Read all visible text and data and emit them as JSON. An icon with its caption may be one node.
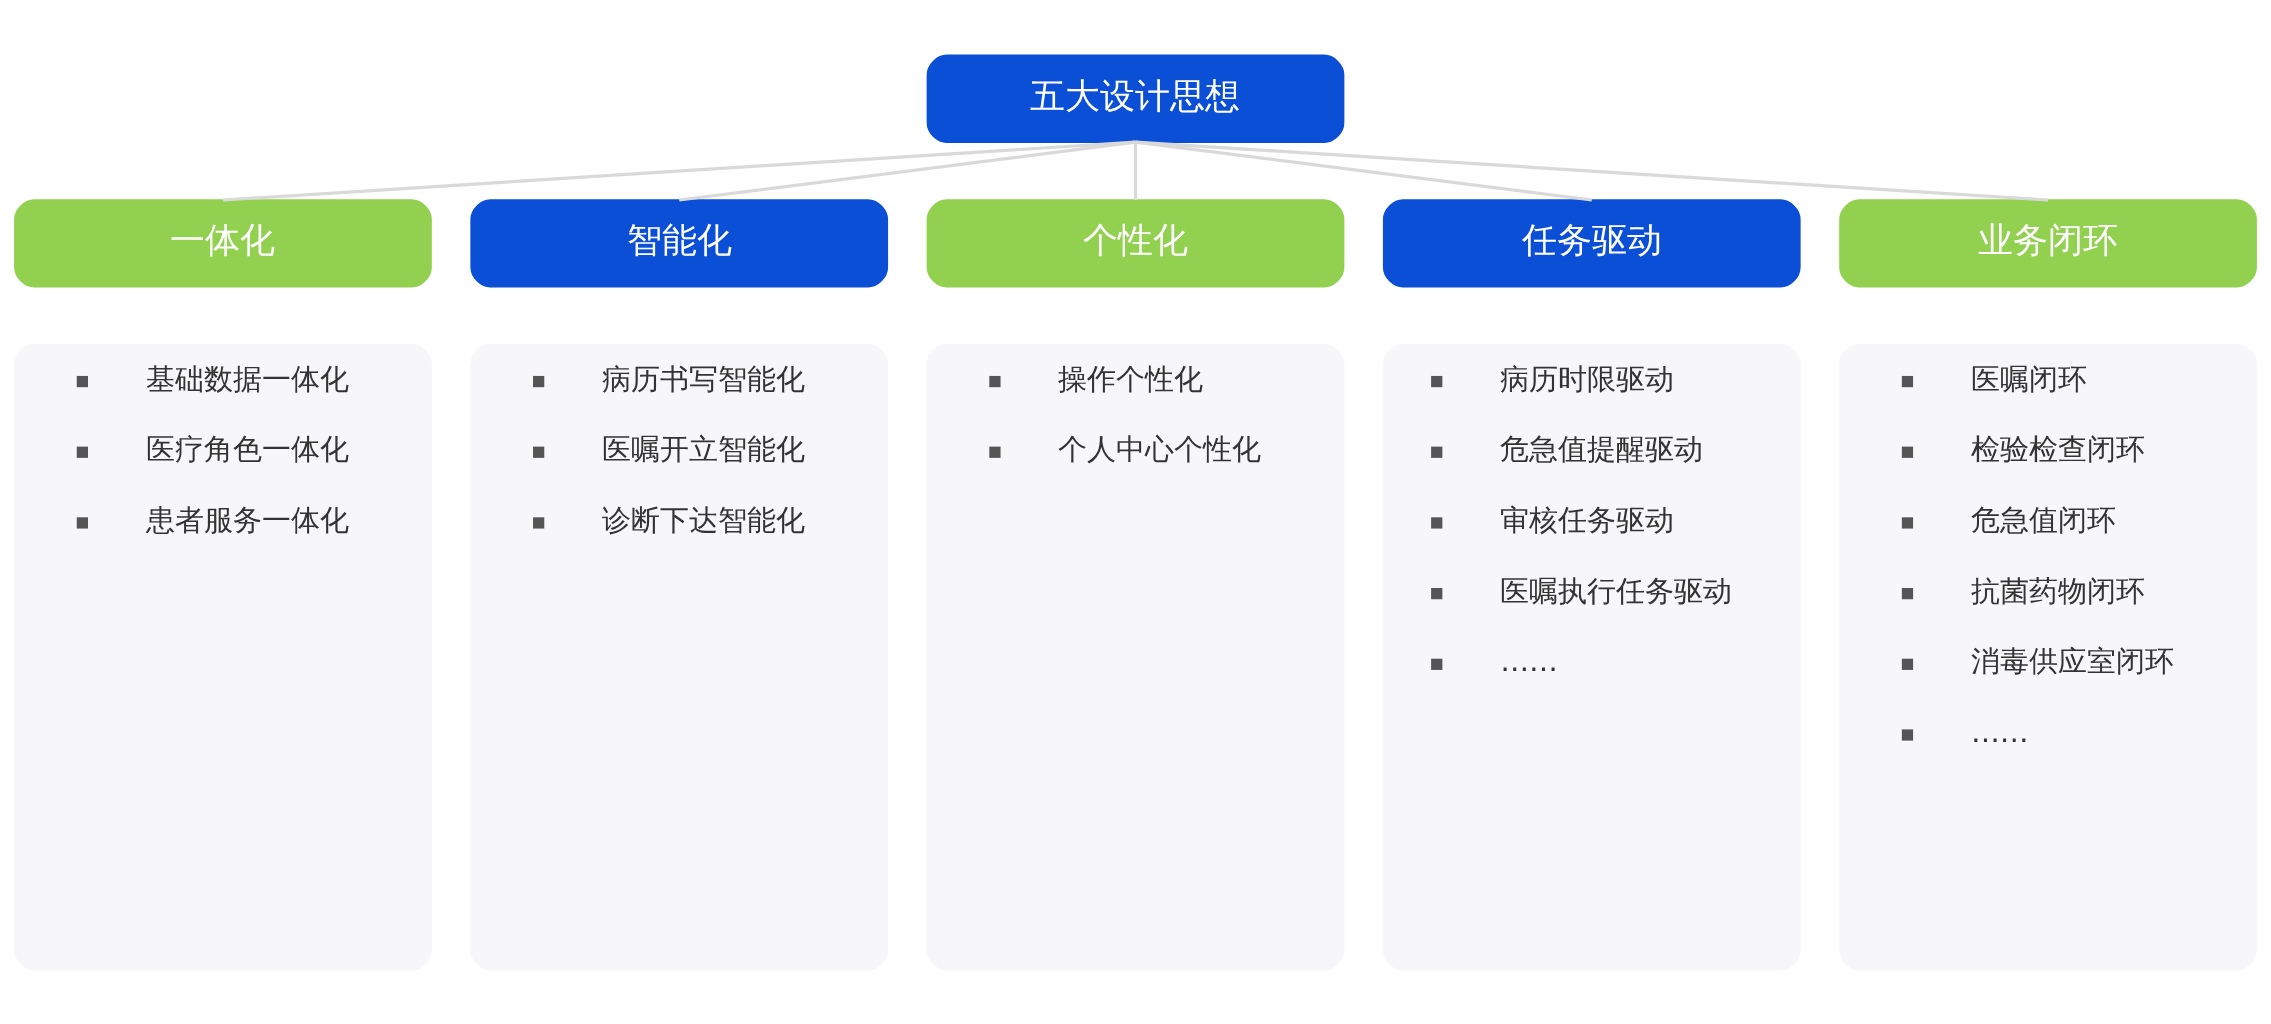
{
  "diagram": {
    "nodes": [
      {
        "text": [
          "五大设计思想"
        ]
      },
      {
        "text": [
          "一体化"
        ]
      },
      {
        "text": [
          "智能化"
        ]
      },
      {
        "text": [
          "个性化"
        ]
      },
      {
        "text": [
          "任务驱动"
        ]
      },
      {
        "text": [
          "业务闭环"
        ]
      },
      {
        "text": [
          "基础数据一体化",
          "医疗角色一体化",
          "患者服务一体化"
        ]
      },
      {
        "text": [
          "病历书写智能化",
          "医嘱开立智能化",
          "诊断下达智能化"
        ]
      },
      {
        "text": [
          "操作个性化",
          "个人中心个性化"
        ]
      },
      {
        "text": [
          "病历时限驱动",
          "危急值提醒驱动",
          "审核任务驱动",
          "医嘱执行任务驱动",
          "……"
        ]
      },
      {
        "text": [
          "医嘱闭环",
          "检验检查闭环",
          "危急值闭环",
          "抗菌药物闭环",
          "消毒供应室闭环",
          "……"
        ]
      }
    ],
    "edges": [
      {
        "from": 0,
        "to": 1,
        "arrow": "none"
      },
      {
        "from": 0,
        "to": 2,
        "arrow": "none"
      },
      {
        "from": 0,
        "to": 3,
        "arrow": "none"
      },
      {
        "from": 0,
        "to": 4,
        "arrow": "none"
      },
      {
        "from": 0,
        "to": 5,
        "arrow": "none"
      }
    ]
  }
}
